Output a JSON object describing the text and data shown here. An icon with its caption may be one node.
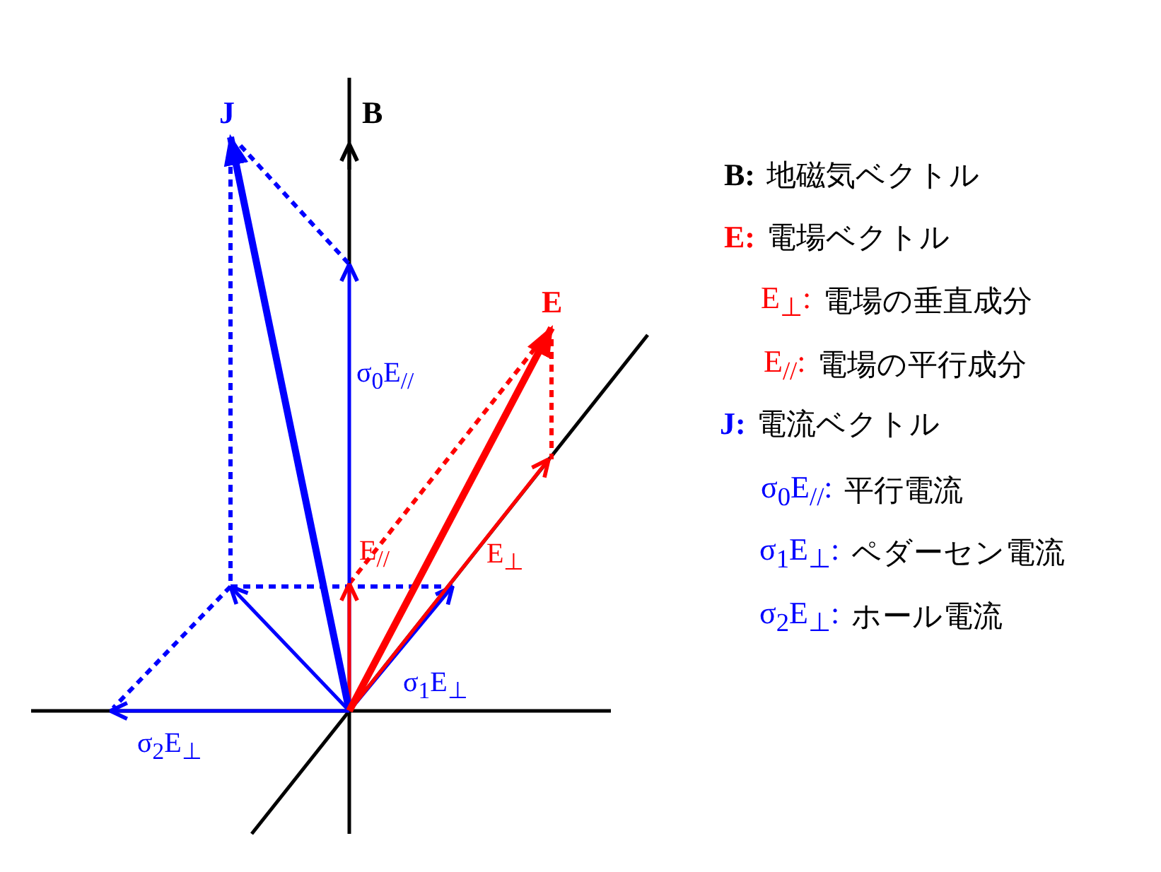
{
  "diagram": {
    "labels": [
      "J",
      "B",
      "E",
      "σ$_{0}$E$_{//}$",
      "E$_{//}$",
      "E$_{⊥}$",
      "σ$_{1}$E$_{⊥}$",
      "σ$_{2}$E$_{⊥}$",
      "B:",
      "地磁気ベクトル",
      "E:",
      "電場ベクトル",
      "E$_{⊥}$:",
      "電場の垂直成分",
      "E$_{//}$:",
      "電場の平行成分",
      "J:",
      "電流ベクトル",
      "σ$_{0}$E$_{//}$:",
      "平行電流",
      "σ$_{1}$E$_{⊥}$:",
      "ペダーセン電流",
      "σ$_{2}$E$_{⊥}$:",
      "ホール電流"
    ]
  }
}
